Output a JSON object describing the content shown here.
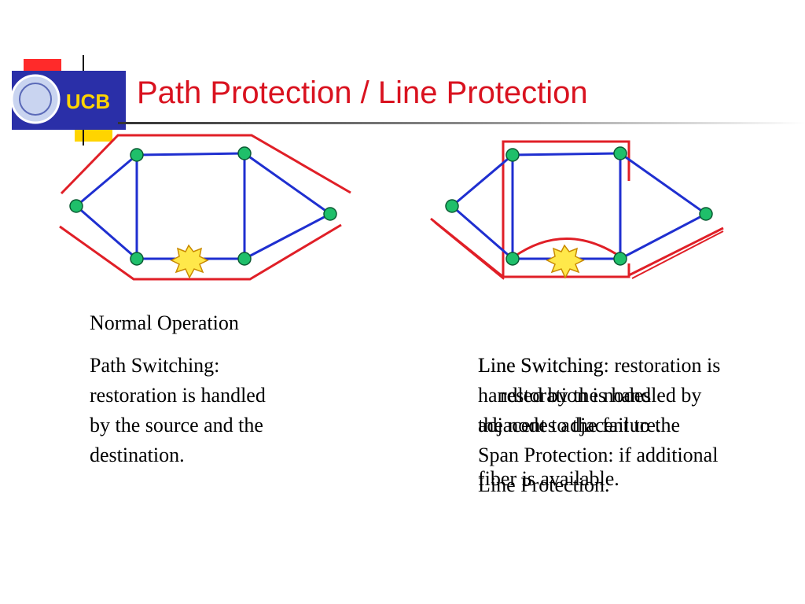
{
  "slide": {
    "logo_text": "UCB",
    "title": "Path Protection / Line Protection",
    "left_caption": "Normal Operation",
    "left_body": [
      "Path Switching:",
      "restoration is handled",
      "by the source and the",
      "destination."
    ],
    "right_layer_a": [
      "Line Switching: restoration is",
      "handled by the nodes",
      "adjacent to the failure.",
      "Line Protection."
    ],
    "right_layer_b": [
      "Line Switching",
      "restoration is handled by",
      "the nodes adjacent to the",
      "Span Protection: if additional",
      "fiber is available."
    ]
  },
  "colors": {
    "title": "#d9121f",
    "link": "#1f2fd0",
    "node": "#1fbf6a",
    "path": "#e01f27",
    "failure": "#ffe84a"
  }
}
